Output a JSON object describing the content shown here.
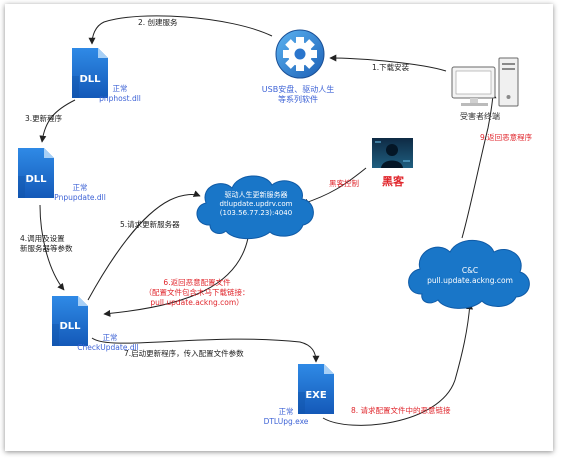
{
  "nodes": {
    "dll1": {
      "badge": "DLL",
      "status": "正常",
      "file": "pnphost.dll"
    },
    "dll2": {
      "badge": "DLL",
      "status": "正常",
      "file": "Pnpupdate.dll"
    },
    "dll3": {
      "badge": "DLL",
      "status": "正常",
      "file": "CheckUpdate.dll"
    },
    "exe": {
      "badge": "EXE",
      "status": "正常",
      "file": "DTLUpg.exe"
    },
    "installer": {
      "line1": "USB安盘、驱动人生",
      "line2": "等系列软件"
    },
    "victim": {
      "label": "受害者终端"
    },
    "hacker": {
      "label": "黑客"
    },
    "update_server": {
      "line1": "驱动人生更新服务器",
      "line2": "dtlupdate.updrv.com",
      "line3": "(103.56.77.23):4040"
    },
    "cnc": {
      "line1": "C&C",
      "line2": "pull.update.ackng.com"
    }
  },
  "steps": {
    "s1": "1.下载安装",
    "s2": "2. 创建服务",
    "s3": "3.更新程序",
    "s4a": "4.调用及设置",
    "s4b": "新服务器等参数",
    "s5": "5.请求更新服务器",
    "s6a": "6.返回恶意配置文件",
    "s6b": "（配置文件包含木马下载链接：",
    "s6c": "pull.update.ackng.com）",
    "s7": "7.启动更新程序，传入配置文件参数",
    "s8": "8. 请求配置文件中的恶意链接",
    "s9": "9.返回恶意程序",
    "hack": "黑客控制"
  },
  "colors": {
    "blue": "#3e63d6",
    "red": "#e0262c",
    "file_blue": "#1f74d4",
    "cloud": "#1976c8"
  }
}
